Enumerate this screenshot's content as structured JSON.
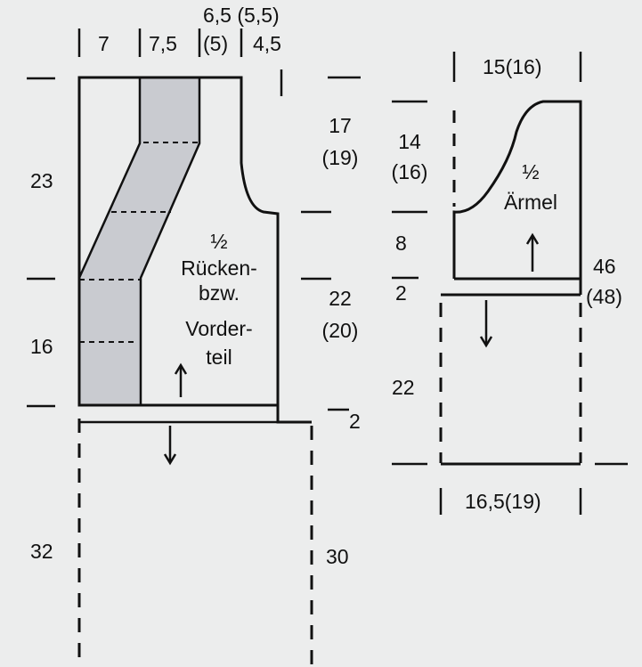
{
  "body": {
    "top_w1": "7",
    "top_w2": "7,5",
    "top_w3a": "6,5 (5,5)",
    "top_w3b": "(5)",
    "top_w4": "4,5",
    "left_h1": "23",
    "left_h2": "16",
    "left_h3": "32",
    "right_h1": "17",
    "right_h1b": "(19)",
    "right_h2": "22",
    "right_h2b": "(20)",
    "right_h3": "30",
    "hem_step": "2",
    "label_half": "½",
    "label_line1": "Rücken-",
    "label_line2": "bzw.",
    "label_line3": "Vorder-",
    "label_line4": "teil"
  },
  "sleeve": {
    "top_w": "15(16)",
    "h_cap": "14",
    "h_cap_b": "(16)",
    "h_arm": "8",
    "h_cuff_step": "2",
    "h_lower": "22",
    "side_w": "46",
    "side_w_b": "(48)",
    "bottom_w": "16,5(19)",
    "label_half": "½",
    "label_name": "Ärmel"
  },
  "colors": {
    "ink": "#111111",
    "shading": "#c9cbd0",
    "background": "#eceded"
  }
}
